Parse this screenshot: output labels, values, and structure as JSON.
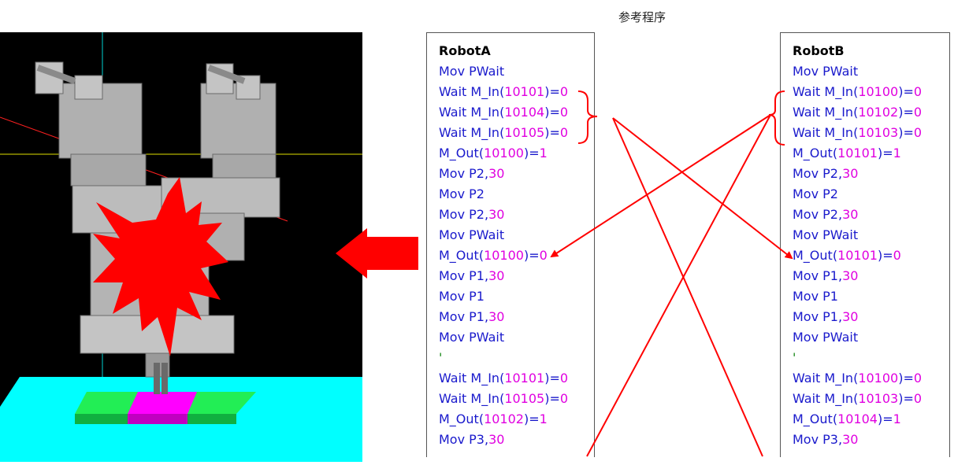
{
  "title": "参考程序",
  "programs": {
    "a": {
      "name": "RobotA",
      "lines": [
        [
          {
            "t": "Mov PWait",
            "c": "kw"
          }
        ],
        [
          {
            "t": "Wait M_In(",
            "c": "kw"
          },
          {
            "t": "10101",
            "c": "num"
          },
          {
            "t": ")=",
            "c": "kw"
          },
          {
            "t": "0",
            "c": "num"
          }
        ],
        [
          {
            "t": "Wait M_In(",
            "c": "kw"
          },
          {
            "t": "10104",
            "c": "num"
          },
          {
            "t": ")=",
            "c": "kw"
          },
          {
            "t": "0",
            "c": "num"
          }
        ],
        [
          {
            "t": "Wait M_In(",
            "c": "kw"
          },
          {
            "t": "10105",
            "c": "num"
          },
          {
            "t": ")=",
            "c": "kw"
          },
          {
            "t": "0",
            "c": "num"
          }
        ],
        [
          {
            "t": "M_Out(",
            "c": "kw"
          },
          {
            "t": "10100",
            "c": "num"
          },
          {
            "t": ")=",
            "c": "kw"
          },
          {
            "t": "1",
            "c": "num"
          }
        ],
        [
          {
            "t": "Mov P2,",
            "c": "kw"
          },
          {
            "t": "30",
            "c": "num"
          }
        ],
        [
          {
            "t": "Mov P2",
            "c": "kw"
          }
        ],
        [
          {
            "t": "Mov P2,",
            "c": "kw"
          },
          {
            "t": "30",
            "c": "num"
          }
        ],
        [
          {
            "t": "Mov PWait",
            "c": "kw"
          }
        ],
        [
          {
            "t": "M_Out(",
            "c": "kw"
          },
          {
            "t": "10100",
            "c": "num"
          },
          {
            "t": ")=",
            "c": "kw"
          },
          {
            "t": "0",
            "c": "num"
          }
        ],
        [
          {
            "t": "Mov P1,",
            "c": "kw"
          },
          {
            "t": "30",
            "c": "num"
          }
        ],
        [
          {
            "t": "Mov P1",
            "c": "kw"
          }
        ],
        [
          {
            "t": "Mov P1,",
            "c": "kw"
          },
          {
            "t": "30",
            "c": "num"
          }
        ],
        [
          {
            "t": "Mov PWait",
            "c": "kw"
          }
        ],
        [
          {
            "t": "'",
            "c": "comment"
          }
        ],
        [
          {
            "t": "Wait M_In(",
            "c": "kw"
          },
          {
            "t": "10101",
            "c": "num"
          },
          {
            "t": ")=",
            "c": "kw"
          },
          {
            "t": "0",
            "c": "num"
          }
        ],
        [
          {
            "t": "Wait M_In(",
            "c": "kw"
          },
          {
            "t": "10105",
            "c": "num"
          },
          {
            "t": ")=",
            "c": "kw"
          },
          {
            "t": "0",
            "c": "num"
          }
        ],
        [
          {
            "t": "M_Out(",
            "c": "kw"
          },
          {
            "t": "10102",
            "c": "num"
          },
          {
            "t": ")=",
            "c": "kw"
          },
          {
            "t": "1",
            "c": "num"
          }
        ],
        [
          {
            "t": "Mov P3,",
            "c": "kw"
          },
          {
            "t": "30",
            "c": "num"
          }
        ]
      ]
    },
    "b": {
      "name": "RobotB",
      "lines": [
        [
          {
            "t": "Mov PWait",
            "c": "kw"
          }
        ],
        [
          {
            "t": "Wait M_In(",
            "c": "kw"
          },
          {
            "t": "10100",
            "c": "num"
          },
          {
            "t": ")=",
            "c": "kw"
          },
          {
            "t": "0",
            "c": "num"
          }
        ],
        [
          {
            "t": "Wait M_In(",
            "c": "kw"
          },
          {
            "t": "10102",
            "c": "num"
          },
          {
            "t": ")=",
            "c": "kw"
          },
          {
            "t": "0",
            "c": "num"
          }
        ],
        [
          {
            "t": "Wait M_In(",
            "c": "kw"
          },
          {
            "t": "10103",
            "c": "num"
          },
          {
            "t": ")=",
            "c": "kw"
          },
          {
            "t": "0",
            "c": "num"
          }
        ],
        [
          {
            "t": "M_Out(",
            "c": "kw"
          },
          {
            "t": "10101",
            "c": "num"
          },
          {
            "t": ")=",
            "c": "kw"
          },
          {
            "t": "1",
            "c": "num"
          }
        ],
        [
          {
            "t": "Mov P2,",
            "c": "kw"
          },
          {
            "t": "30",
            "c": "num"
          }
        ],
        [
          {
            "t": "Mov P2",
            "c": "kw"
          }
        ],
        [
          {
            "t": "Mov P2,",
            "c": "kw"
          },
          {
            "t": "30",
            "c": "num"
          }
        ],
        [
          {
            "t": "Mov PWait",
            "c": "kw"
          }
        ],
        [
          {
            "t": "M_Out(",
            "c": "kw"
          },
          {
            "t": "10101",
            "c": "num"
          },
          {
            "t": ")=",
            "c": "kw"
          },
          {
            "t": "0",
            "c": "num"
          }
        ],
        [
          {
            "t": "Mov P1,",
            "c": "kw"
          },
          {
            "t": "30",
            "c": "num"
          }
        ],
        [
          {
            "t": "Mov P1",
            "c": "kw"
          }
        ],
        [
          {
            "t": "Mov P1,",
            "c": "kw"
          },
          {
            "t": "30",
            "c": "num"
          }
        ],
        [
          {
            "t": "Mov PWait",
            "c": "kw"
          }
        ],
        [
          {
            "t": "'",
            "c": "comment"
          }
        ],
        [
          {
            "t": "Wait M_In(",
            "c": "kw"
          },
          {
            "t": "10100",
            "c": "num"
          },
          {
            "t": ")=",
            "c": "kw"
          },
          {
            "t": "0",
            "c": "num"
          }
        ],
        [
          {
            "t": "Wait M_In(",
            "c": "kw"
          },
          {
            "t": "10103",
            "c": "num"
          },
          {
            "t": ")=",
            "c": "kw"
          },
          {
            "t": "0",
            "c": "num"
          }
        ],
        [
          {
            "t": "M_Out(",
            "c": "kw"
          },
          {
            "t": "10104",
            "c": "num"
          },
          {
            "t": ")=",
            "c": "kw"
          },
          {
            "t": "1",
            "c": "num"
          }
        ],
        [
          {
            "t": "Mov P3,",
            "c": "kw"
          },
          {
            "t": "30",
            "c": "num"
          }
        ]
      ]
    }
  },
  "colors": {
    "keyword": "#1a1acc",
    "number": "#e000e0",
    "comment": "#1a8a1a",
    "annotation": "#ff0000",
    "scene_background": "#000000",
    "floor": "#00ffff",
    "robot_body": "#b4b4b4"
  },
  "icons": {
    "collision": "collision-burst-icon",
    "arrow": "arrow-left-icon"
  }
}
